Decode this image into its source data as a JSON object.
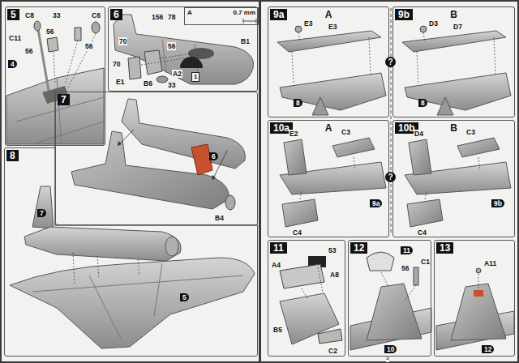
{
  "diagram": {
    "nodes": [
      {
        "text": [
          "5"
        ]
      },
      {
        "text": [
          "6"
        ]
      },
      {
        "text": [
          "A",
          "0.7 mm"
        ],
        "in": 1
      },
      {
        "text": [
          "1"
        ],
        "in": 1
      },
      {
        "text": [
          "7"
        ]
      },
      {
        "text": [
          "8"
        ]
      },
      {
        "text": [
          "9a",
          "A"
        ]
      },
      {
        "text": [
          "9b",
          "B"
        ]
      },
      {
        "text": [
          "10a",
          "A"
        ]
      },
      {
        "text": [
          "10b",
          "B"
        ]
      },
      {
        "text": [
          "11"
        ]
      },
      {
        "text": [
          "12"
        ]
      },
      {
        "text": [
          "13"
        ]
      }
    ],
    "labels": [
      "C8",
      "33",
      "C6",
      "56",
      "56",
      "C11",
      "56",
      "4",
      "156",
      "78",
      "70",
      "70",
      "56",
      "E1",
      "B6",
      "A2",
      "33",
      "B1",
      "6",
      "B4",
      "7",
      "5",
      "E3",
      "E3",
      "8",
      "D3",
      "D7",
      "8",
      "?",
      "E2",
      "C3",
      "C4",
      "9a",
      "D4",
      "C3",
      "C4",
      "9b",
      "?",
      "53",
      "A4",
      "A8",
      "B5",
      "C2",
      "11",
      "56",
      "C1",
      "10",
      "A11",
      "12",
      "5"
    ]
  }
}
